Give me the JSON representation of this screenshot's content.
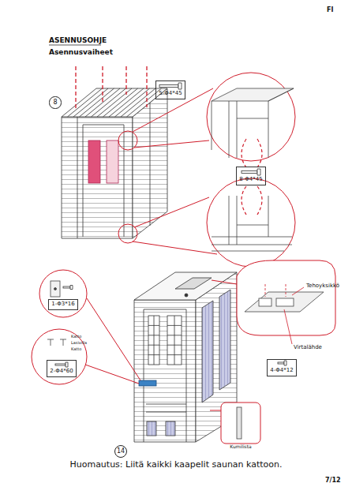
{
  "diagram": {
    "title": "ASENNUSOHJE",
    "caption": "Huomautus: Liitä kaikki kaapelit saunan kattoon.",
    "nodes": [
      {
        "text": [
          "8"
        ]
      },
      {
        "text": [
          "5-Φ4*45"
        ]
      },
      {
        "text": [
          "8-Φ4*45"
        ]
      },
      {
        "text": [
          "1-Φ3*16"
        ]
      },
      {
        "text": [
          "4-Φ4*12"
        ]
      },
      {
        "text": [
          "2-Φ4*60"
        ]
      },
      {
        "text": [
          "14"
        ]
      }
    ],
    "labels": [
      "FI",
      "Asennusvaiheet",
      "Tehoyksikkö",
      "Virtalähde",
      "Katto",
      "Lasivilla",
      "Katto",
      "Kumilista",
      "7/12"
    ]
  }
}
